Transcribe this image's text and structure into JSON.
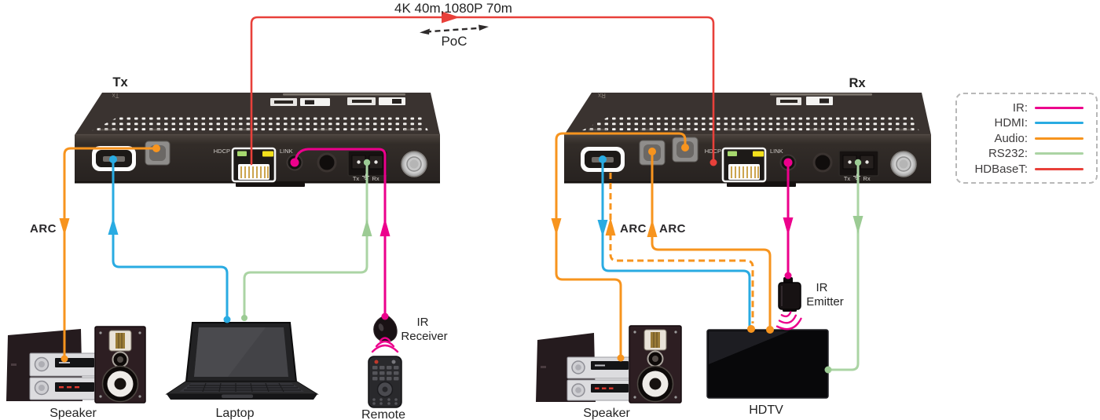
{
  "colors": {
    "ir": "#EC008C",
    "hdmi": "#29ABE2",
    "audio": "#F7941E",
    "rs232": "#ABD4A4",
    "rs232_dark": "#9CCB94",
    "hdbaset": "#E8403A",
    "poc": "#2E2B2B"
  },
  "top_banner": {
    "distance_label": "4K 40m,1080P 70m",
    "poc_label": "PoC"
  },
  "devices": {
    "tx": {
      "title": "Tx",
      "top_mark": "Tx",
      "hdcp_label": "HDCP",
      "link_label": "LINK",
      "terminal_tx": "Tx",
      "terminal_rx": "Rx"
    },
    "rx": {
      "title": "Rx",
      "top_mark": "Rx",
      "hdcp_label": "HDCP",
      "link_label": "LINK",
      "terminal_tx": "Tx",
      "terminal_rx": "Rx"
    }
  },
  "annotations": {
    "arc_left": "ARC",
    "arc_right_1": "ARC",
    "arc_right_2": "ARC"
  },
  "equipment": {
    "speaker_left": "Speaker",
    "laptop": "Laptop",
    "remote": "Remote",
    "ir_receiver_line1": "IR",
    "ir_receiver_line2": "Receiver",
    "speaker_right": "Speaker",
    "hdtv": "HDTV",
    "ir_emitter_line1": "IR",
    "ir_emitter_line2": "Emitter"
  },
  "legend": {
    "rows": [
      {
        "label": "IR:",
        "color": "#EC008C"
      },
      {
        "label": "HDMI:",
        "color": "#29ABE2"
      },
      {
        "label": "Audio:",
        "color": "#F7941E"
      },
      {
        "label": "RS232:",
        "color": "#ABD4A4"
      },
      {
        "label": "HDBaseT:",
        "color": "#E8403A"
      }
    ]
  }
}
